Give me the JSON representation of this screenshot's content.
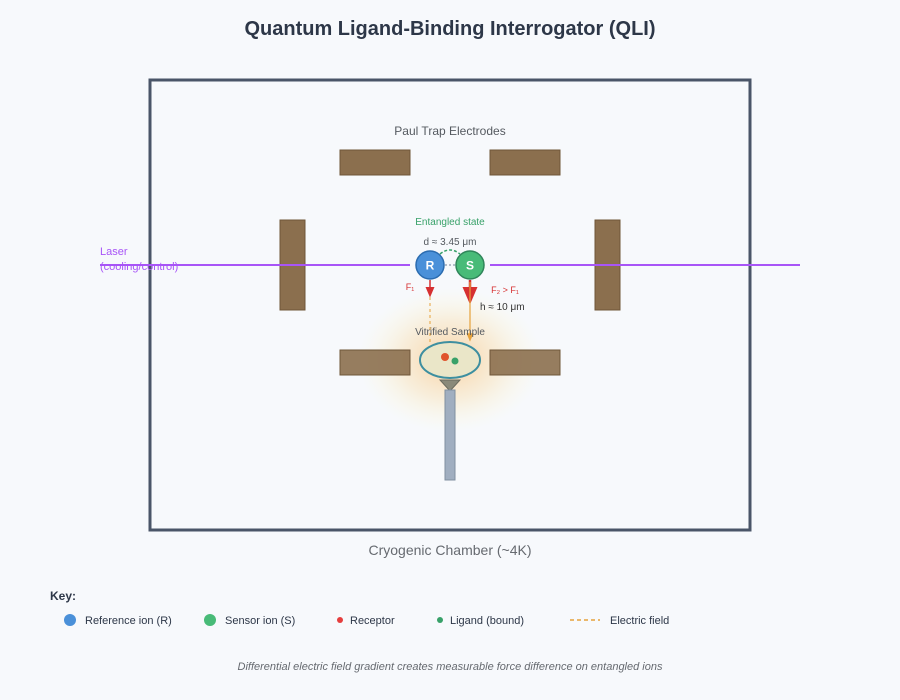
{
  "title": "Quantum Ligand-Binding Interrogator (QLI)",
  "chamber_label": "Cryogenic Chamber (~4K)",
  "electrodes_label": "Paul Trap Electrodes",
  "entangled_label": "Entangled state",
  "distance_label": "d ≈ 3.45 μm",
  "laser_label_line1": "Laser",
  "laser_label_line2": "(cooling/control)",
  "reference_ion_letter": "R",
  "sensor_ion_letter": "S",
  "force1_label": "F₁",
  "force2_label": "F₂ > F₁",
  "height_label": "h ≈ 10 μm",
  "sample_label": "Vitrified Sample",
  "key": {
    "title": "Key:",
    "items": [
      {
        "label": "Reference ion (R)",
        "color": "#4a90d9",
        "icon": "large-circle"
      },
      {
        "label": "Sensor ion (S)",
        "color": "#48bb78",
        "icon": "large-circle"
      },
      {
        "label": "Receptor",
        "color": "#e53e3e",
        "icon": "small-dot"
      },
      {
        "label": "Ligand (bound)",
        "color": "#38a169",
        "icon": "small-dot"
      },
      {
        "label": "Electric field",
        "color": "#e6a23c",
        "icon": "dashed-line"
      }
    ]
  },
  "caption": "Differential electric field gradient creates measurable force difference on entangled ions",
  "colors": {
    "chamber_border": "#4a5568",
    "electrode": "#8b6f4e",
    "laser": "#a855f7",
    "reference_ion": "#4a90d9",
    "sensor_ion": "#48bb78",
    "force_arrow": "#e53e3e",
    "field_arrow": "#e6a23c",
    "entangled_text": "#38a169",
    "receptor": "#e53e3e",
    "ligand": "#38a169",
    "sample_fill": "#eae6c8",
    "sample_border": "#3d8fa0",
    "glow": "#f6ad55",
    "stage_post": "#a0aec0"
  }
}
